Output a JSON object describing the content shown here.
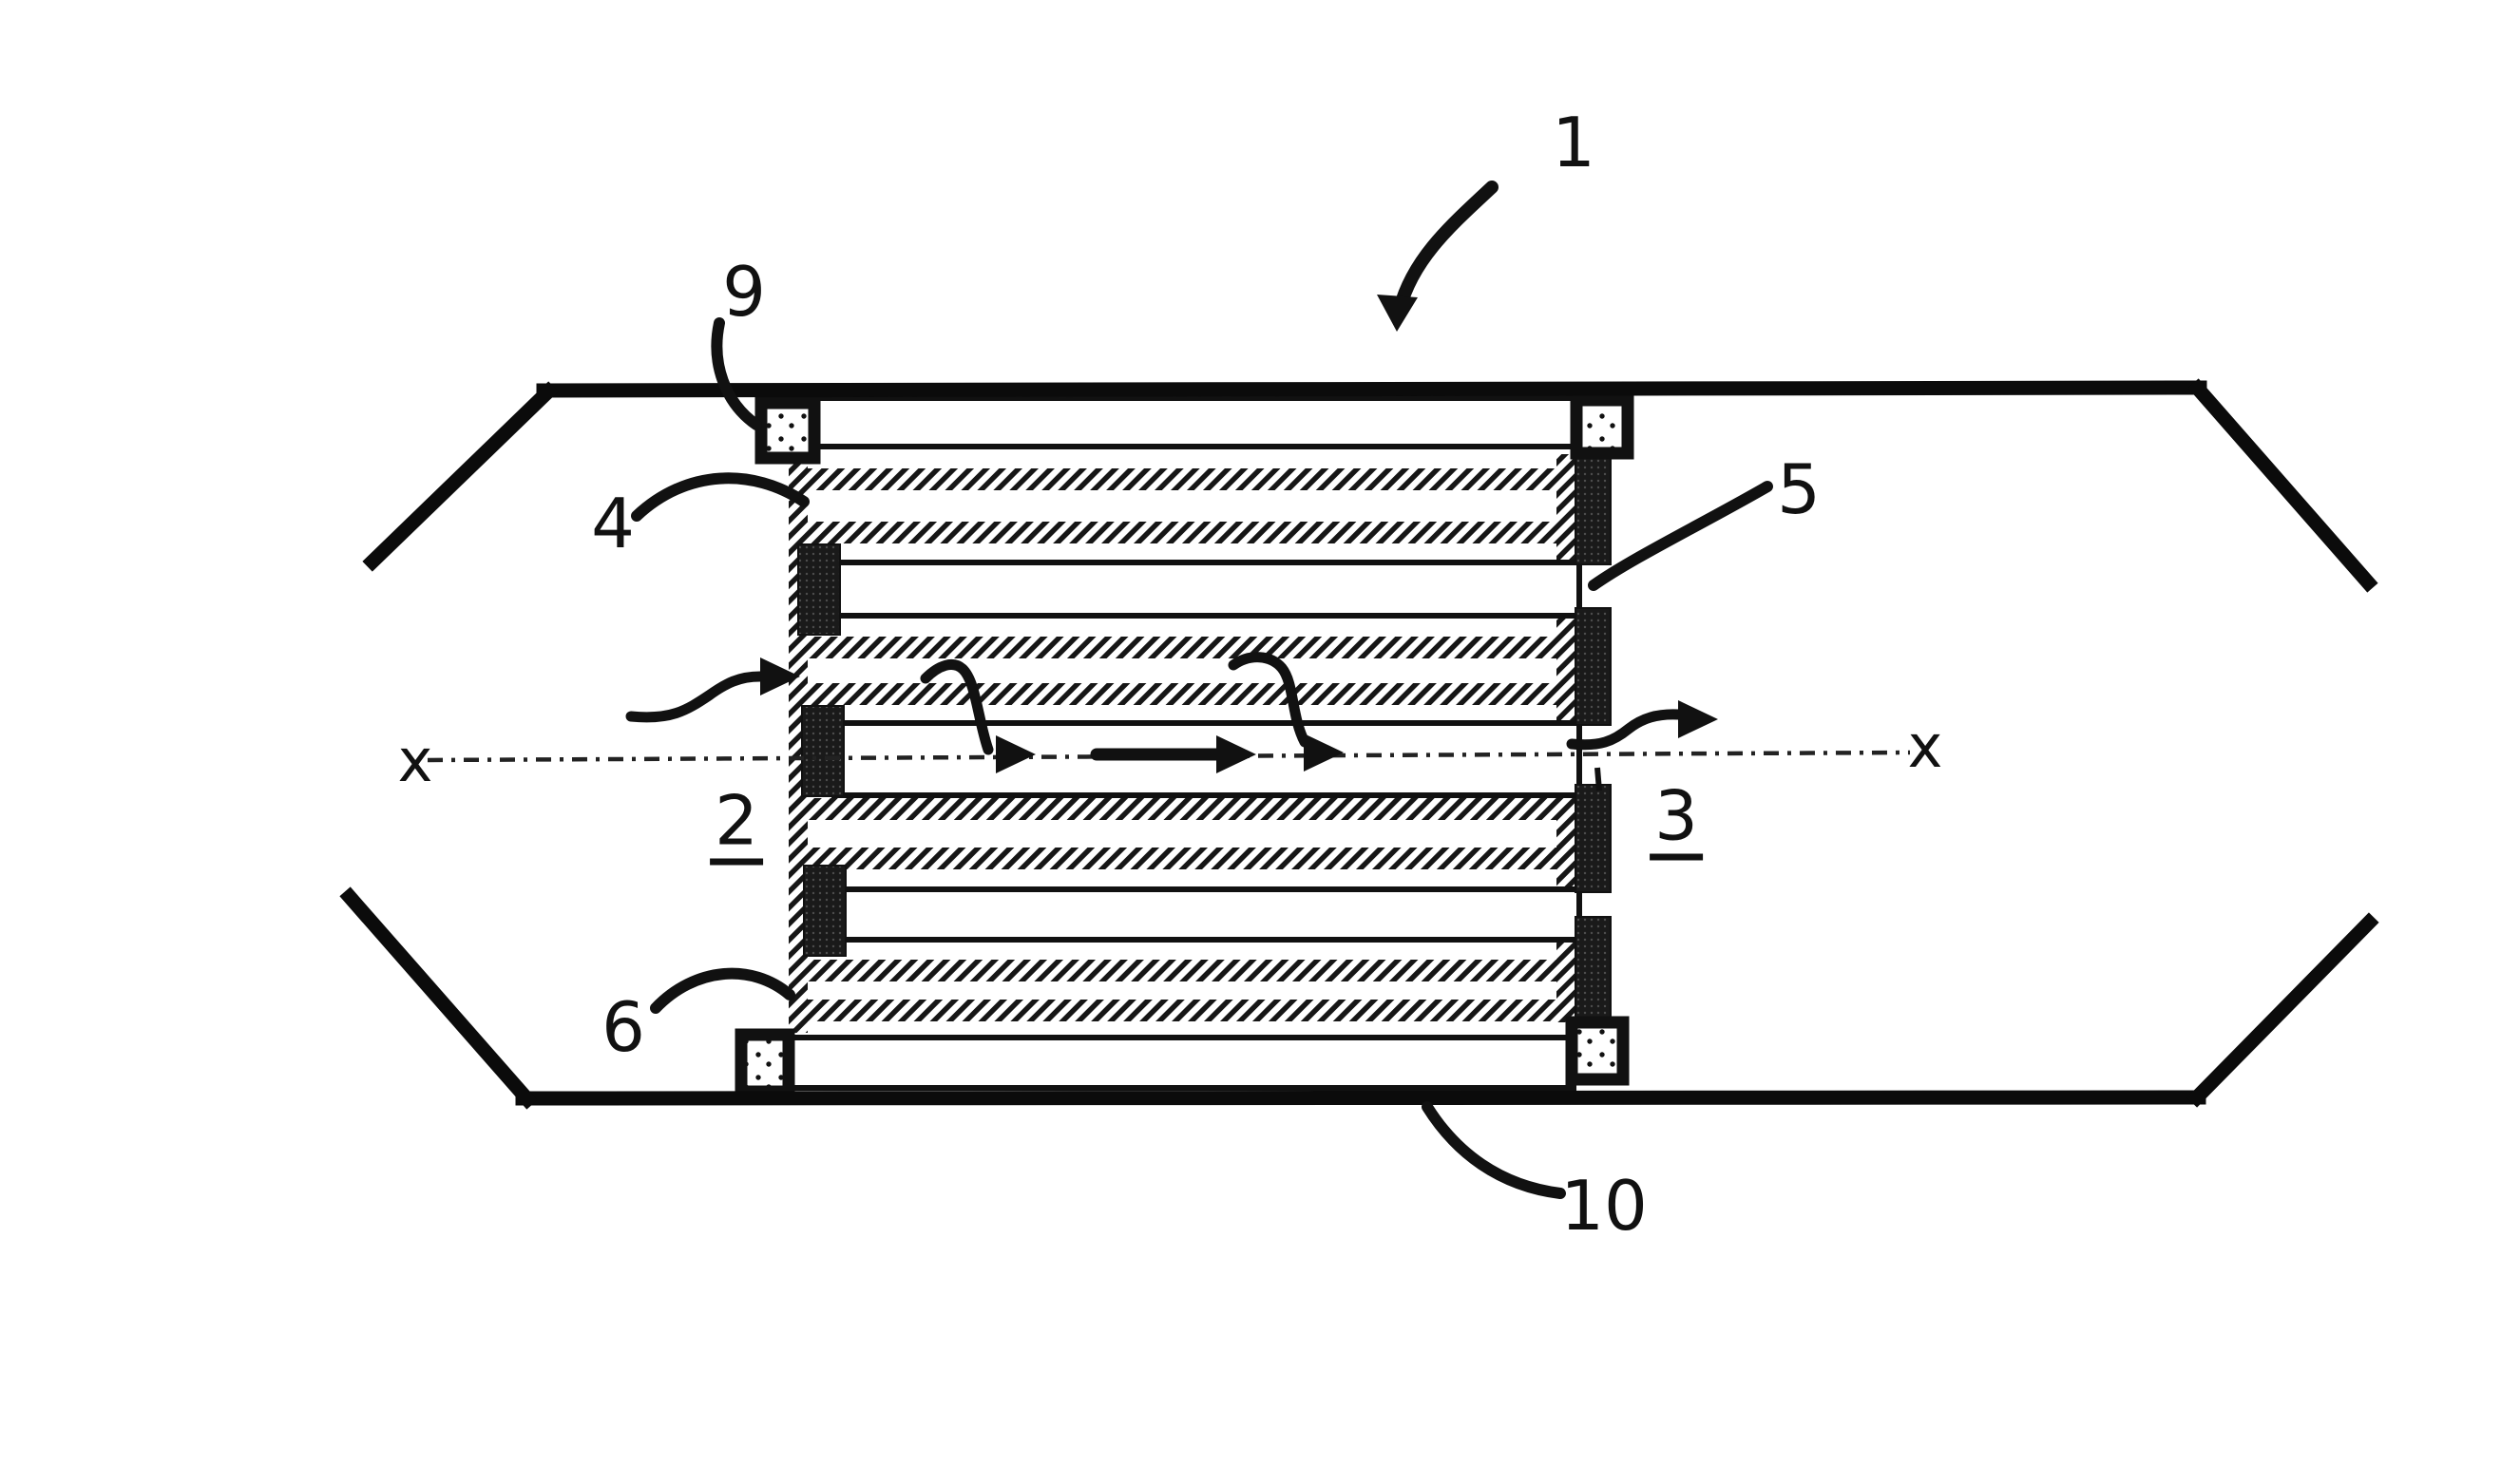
{
  "figure": {
    "kind": "patent-style cross-section diagram of a stacked-electrode ion guide inside a chamber"
  },
  "colors": {
    "ink": "#111111",
    "paper": "#ffffff"
  },
  "labels": {
    "ref_1": "1",
    "ref_9": "9",
    "ref_4": "4",
    "ref_5": "5",
    "ref_2": "2",
    "ref_3": "3",
    "ref_6": "6",
    "ref_10": "10",
    "axis_left": "x",
    "axis_right": "x"
  }
}
